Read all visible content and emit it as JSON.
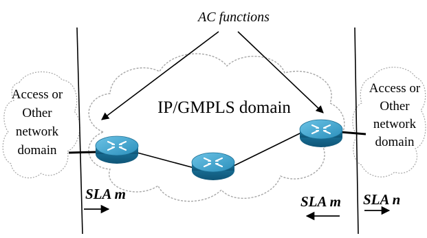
{
  "title": "AC functions",
  "core_domain_label": "IP/GMPLS domain",
  "left_domain": {
    "lines": [
      "Access or",
      "Other",
      "network",
      "domain"
    ]
  },
  "right_domain": {
    "lines": [
      "Access or",
      "Other",
      "network",
      "domain"
    ]
  },
  "sla_labels": {
    "left": "SLA m",
    "middle": "SLA m",
    "right": "SLA n"
  },
  "colors": {
    "router_top": "#3aa0c8",
    "router_side": "#1b6f94",
    "cloud_outline": "#a6a6a6"
  },
  "icons": {
    "router": "router-icon"
  }
}
